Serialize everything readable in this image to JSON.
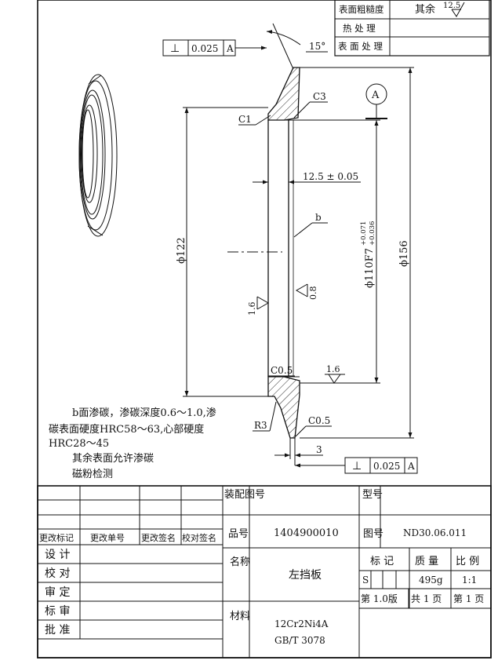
{
  "roughness_table": {
    "row1_label": "表面粗糙度",
    "row1_value": "其余",
    "row1_roughness": "12.5",
    "row2_label": "热 处 理",
    "row3_label": "表 面 处 理"
  },
  "drawing": {
    "datum_label": "A",
    "tol_top": {
      "symbol": "⊥",
      "value": "0.025",
      "datum": "A"
    },
    "tol_bottom": {
      "symbol": "⊥",
      "value": "0.025",
      "datum": "A"
    },
    "angle": "15°",
    "chamfer_c1": "C1",
    "chamfer_c3": "C3",
    "chamfer_c05_top": "C0.5",
    "chamfer_c05_bottom": "C0.5",
    "thickness": "12.5 ± 0.05",
    "surface_b": "b",
    "dia_122": "ϕ122",
    "dia_110": "ϕ110F7",
    "dia_110_upper": "+0.071",
    "dia_110_lower": "+0.036",
    "dia_156": "ϕ156",
    "rough_16_left": "1.6",
    "rough_08": "0.8",
    "rough_16_right": "1.6",
    "radius_r3": "R3",
    "dim_3": "3"
  },
  "notes": {
    "line1": "b面渗碳，渗碳深度0.6～1.0,渗",
    "line2": "碳表面硬度HRC58～63,心部硬度",
    "line3": "HRC28～45",
    "line4": "其余表面允许渗碳",
    "line5": "磁粉检测"
  },
  "title_block": {
    "assembly_drawing_no": "装配图号",
    "type_label": "型号",
    "part_no_label": "品号",
    "part_no_value": "1404900010",
    "drawing_no_label": "图号",
    "drawing_no_value": "ND30.06.011",
    "rev_mark": "更改标记",
    "rev_order": "更改单号",
    "rev_sign": "更改签名",
    "rev_check": "校对签名",
    "design": "设 计",
    "check": "校 对",
    "review": "审 定",
    "standard": "标 审",
    "approve": "批 准",
    "name_label": "名称",
    "name_value": "左挡板",
    "material_label": "材料",
    "material_value": "12Cr2Ni4A",
    "material_std": "GB/T 3078",
    "mark_label": "标 记",
    "mass_label": "质 量",
    "scale_label": "比 例",
    "mark_value": "S",
    "mass_value": "495g",
    "scale_value": "1:1",
    "version": "第 1.0版",
    "total_pages": "共 1 页",
    "page_no": "第 1 页"
  }
}
